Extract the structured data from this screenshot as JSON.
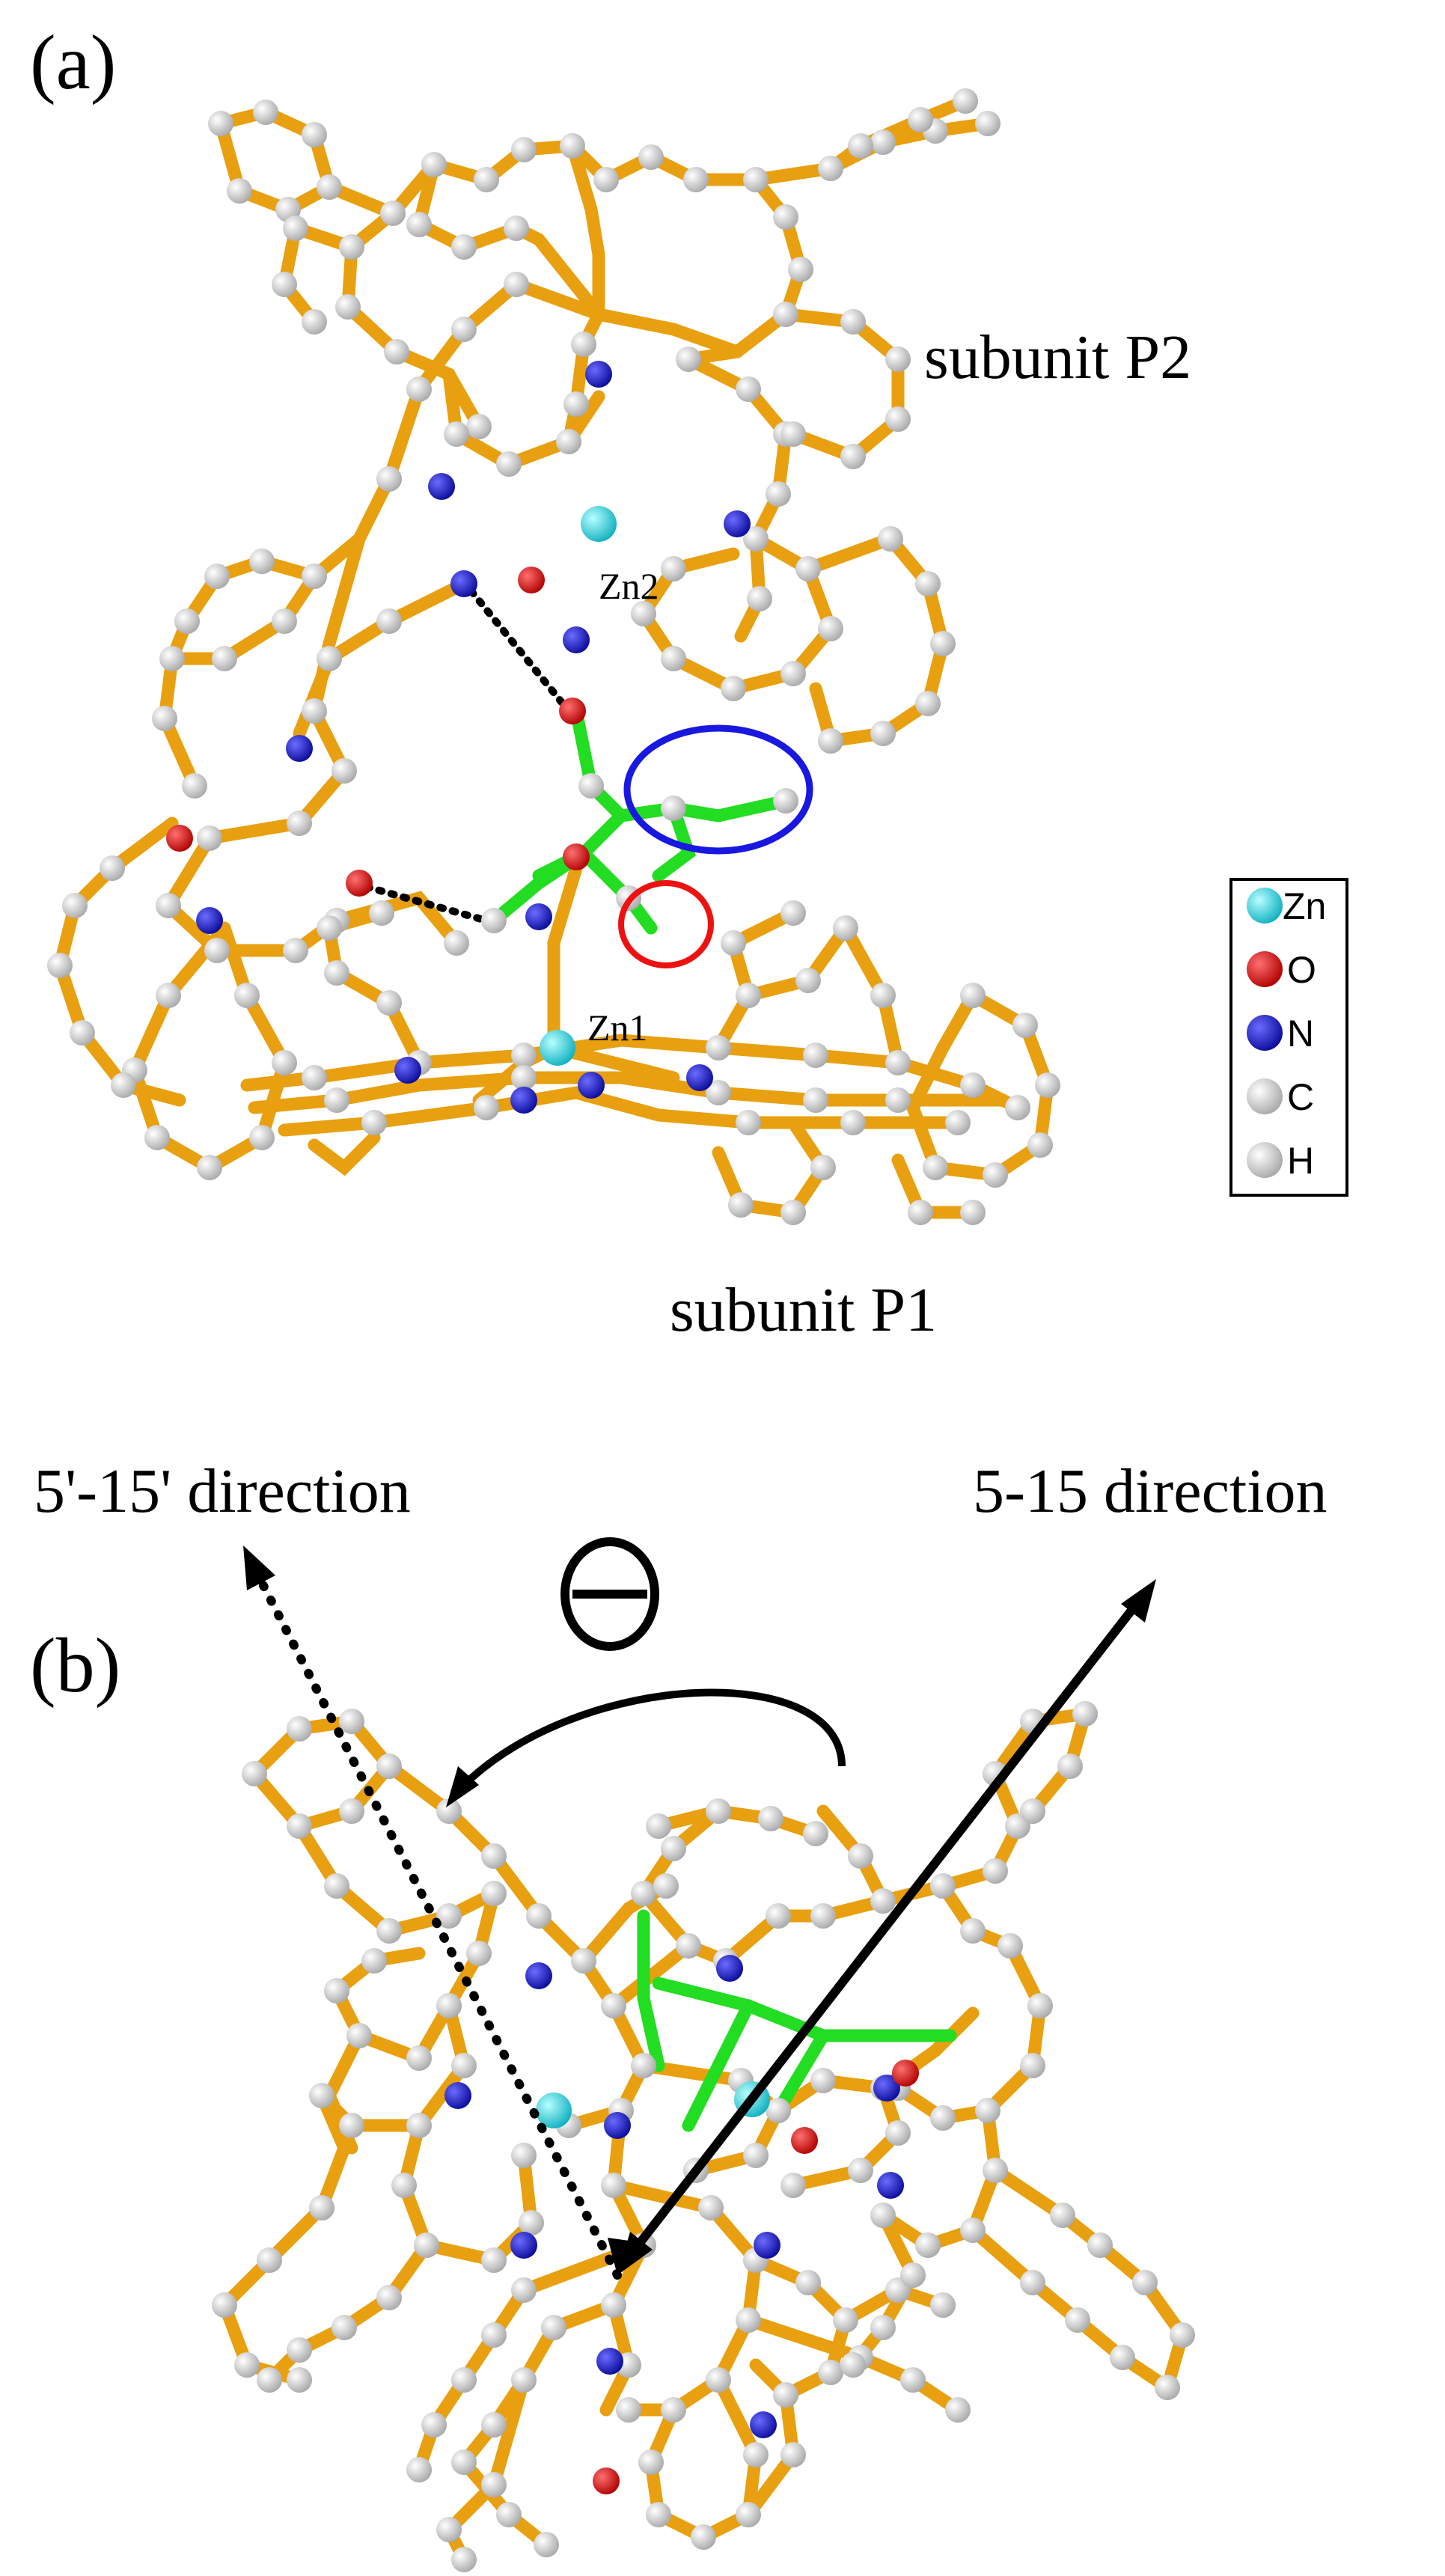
{
  "panel_a": {
    "label": "(a)",
    "subunit_top": "subunit P2",
    "subunit_bottom": "subunit P1",
    "zn_top": "Zn2",
    "zn_bottom": "Zn1"
  },
  "legend": {
    "items": [
      {
        "symbol": "Zn",
        "color": "#33e0e8"
      },
      {
        "symbol": "O",
        "color": "#e01010"
      },
      {
        "symbol": "N",
        "color": "#1a1ad8"
      },
      {
        "symbol": "C",
        "color": "#d8d8d8"
      },
      {
        "symbol": "H",
        "color": "#eeeeee"
      }
    ]
  },
  "panel_b": {
    "label": "(b)",
    "direction_left": "5'-15' direction",
    "direction_right": "5-15 direction",
    "angle_symbol": "Θ"
  },
  "colors": {
    "bond": "#e8a010",
    "ligand_bond": "#22dd22",
    "highlight_blue": "#1818e0",
    "highlight_red": "#ee1111"
  }
}
